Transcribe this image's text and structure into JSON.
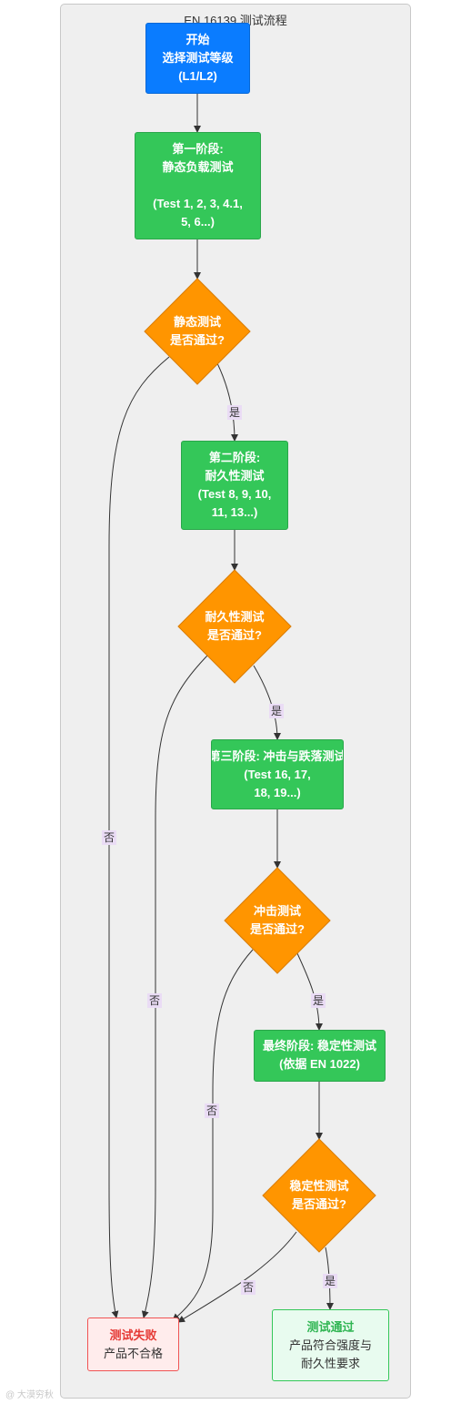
{
  "cluster_title": "EN 16139 测试流程",
  "colors": {
    "start": "#0a7cff",
    "stage": "#34c759",
    "decision": "#ff9500",
    "fail": "#f05454",
    "pass": "#34c759",
    "edge_label_bg": "#eadcf5"
  },
  "nodes": {
    "start": [
      "开始",
      "选择测试等级",
      "(L1/L2)"
    ],
    "stage1": [
      "第一阶段:",
      "静态负载测试",
      "",
      "(Test 1, 2, 3, 4.1,",
      "5, 6...)"
    ],
    "check1": [
      "静态测试",
      "是否通过?"
    ],
    "stage2": [
      "第二阶段:",
      "耐久性测试",
      "(Test 8, 9, 10,",
      "11, 13...)"
    ],
    "check2": [
      "耐久性测试",
      "是否通过?"
    ],
    "stage3": [
      "第三阶段: 冲击与跌落测试",
      "(Test 16, 17,",
      "18, 19...)"
    ],
    "check3": [
      "冲击测试",
      "是否通过?"
    ],
    "stage4": [
      "最终阶段: 稳定性测试",
      "(依据 EN 1022)"
    ],
    "check4": [
      "稳定性测试",
      "是否通过?"
    ],
    "fail": {
      "title": "测试失败",
      "sub": [
        "产品不合格"
      ]
    },
    "pass": {
      "title": "测试通过",
      "sub": [
        "产品符合强度与",
        "耐久性要求"
      ]
    }
  },
  "edge_labels": {
    "yes1": "是",
    "yes2": "是",
    "yes3": "是",
    "yes4": "是",
    "no1": "否",
    "no2": "否",
    "no3": "否",
    "no4": "否"
  },
  "watermark": "@ 大漠穷秋"
}
